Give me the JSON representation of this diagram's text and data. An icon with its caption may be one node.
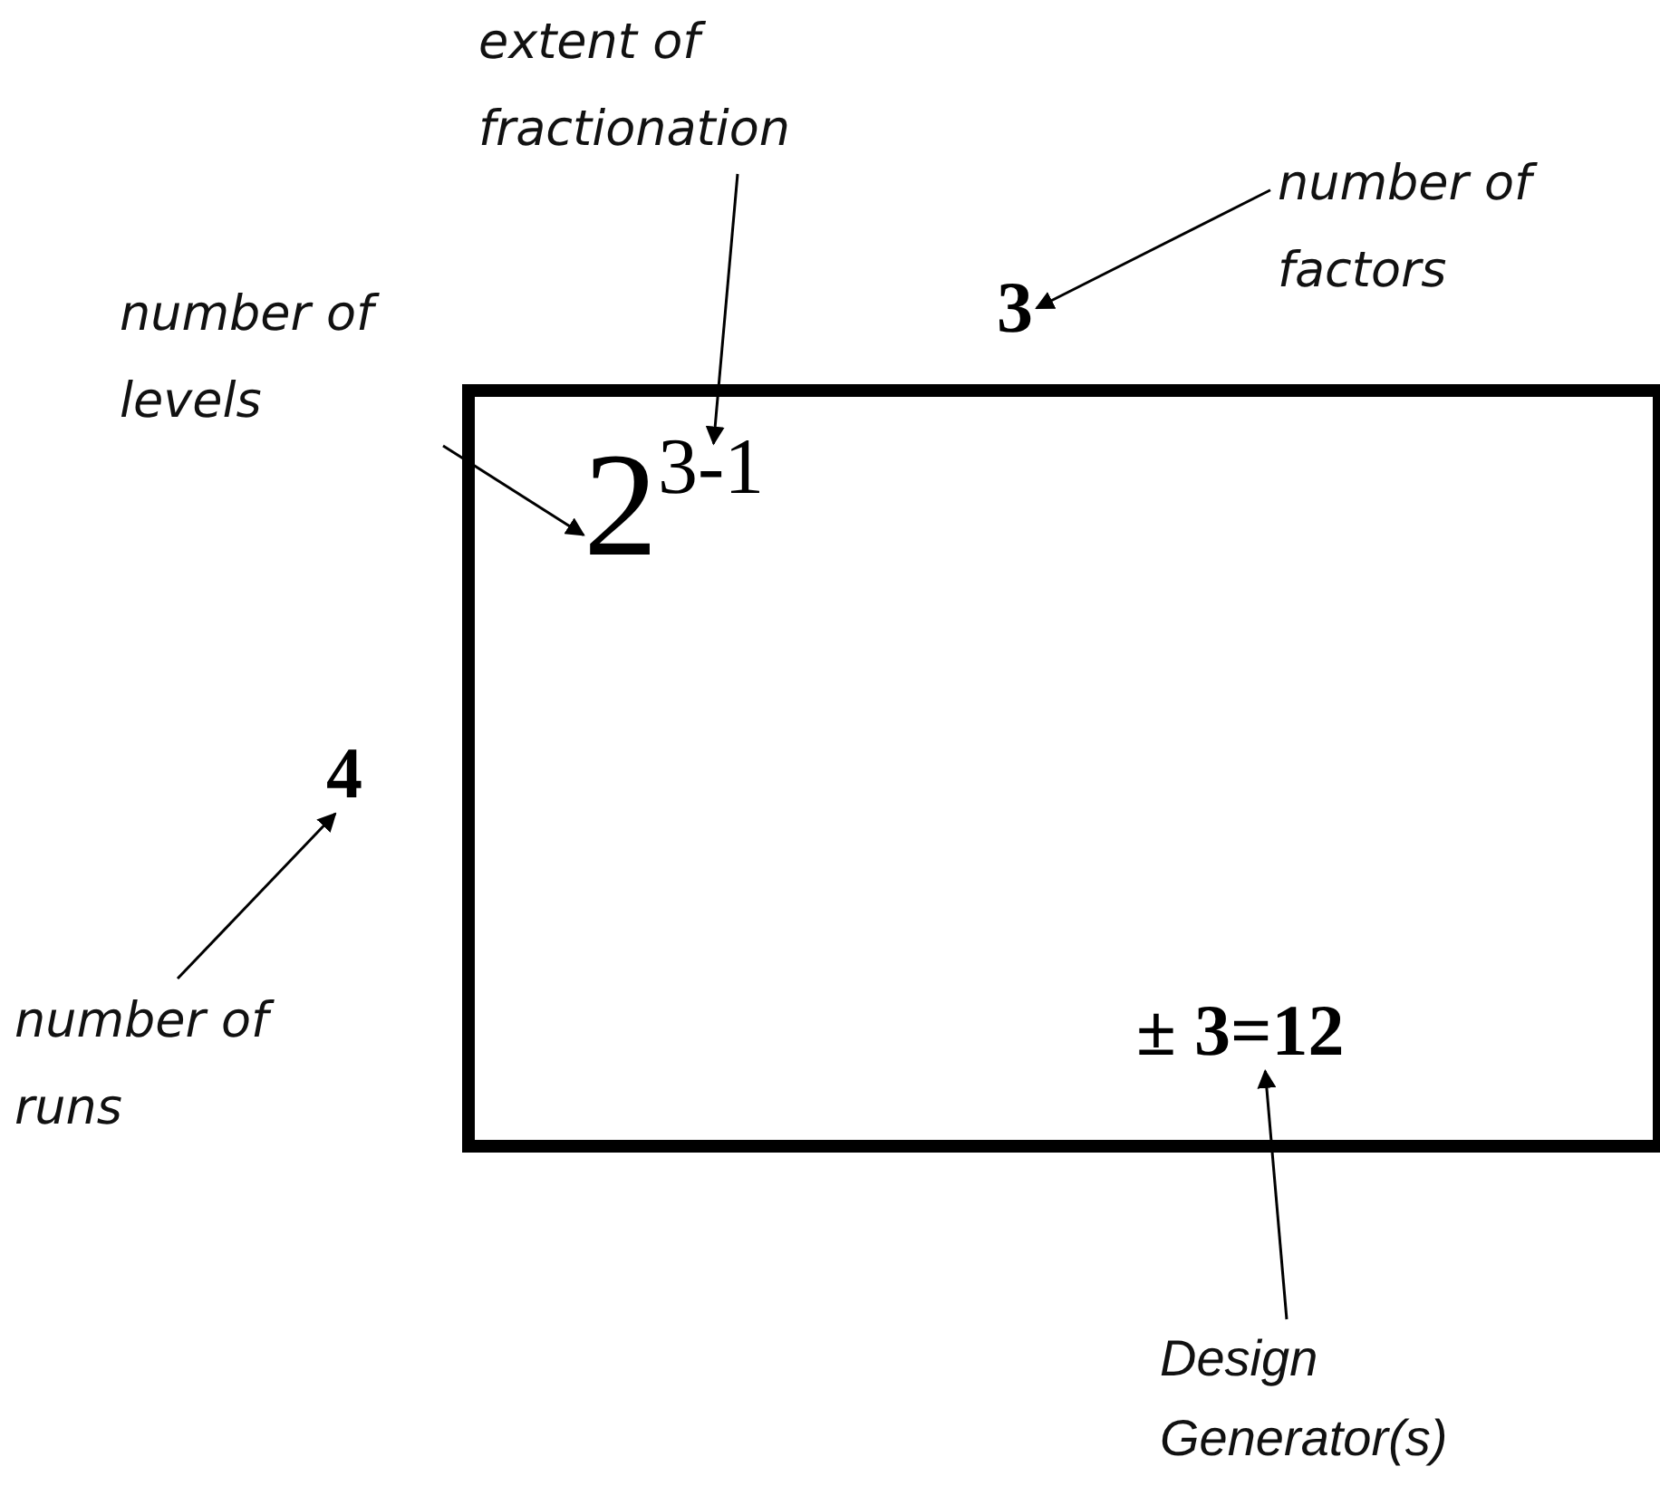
{
  "diagram": {
    "nodes": [
      {
        "text": [],
        "shape": "box"
      },
      {
        "text": [
          "extent of fractionation"
        ]
      },
      {
        "text": [
          "number of factors"
        ]
      },
      {
        "text": [
          "3"
        ]
      },
      {
        "text": [
          "number of levels"
        ]
      },
      {
        "text": [
          "2$^{3-1}$"
        ],
        "in": 0
      },
      {
        "text": [
          "4"
        ]
      },
      {
        "text": [
          "number of runs"
        ]
      },
      {
        "text": [
          "± 3=12"
        ],
        "in": 0
      },
      {
        "text": [
          "Design Generator(s)"
        ]
      }
    ],
    "edges": [
      {
        "from": 1,
        "to": 5,
        "arrow": "to"
      },
      {
        "from": 2,
        "to": 3,
        "arrow": "to"
      },
      {
        "from": 4,
        "to": 5,
        "arrow": "to"
      },
      {
        "from": 7,
        "to": 6,
        "arrow": "to"
      },
      {
        "from": 9,
        "to": 8,
        "arrow": "to"
      }
    ]
  }
}
